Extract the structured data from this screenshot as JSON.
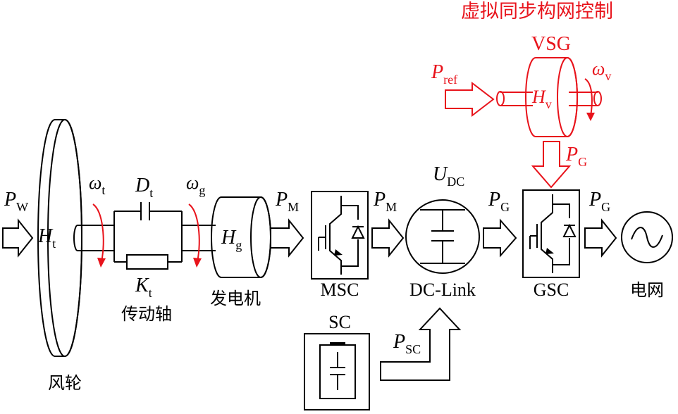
{
  "title": "虚拟同步构网控制",
  "vsg": {
    "name": "VSG",
    "inertia": {
      "sym": "H",
      "sub": "v"
    },
    "omega": {
      "sym": "ω",
      "sub": "v"
    },
    "pref": {
      "sym": "P",
      "sub": "ref"
    },
    "pg": {
      "sym": "P",
      "sub": "G"
    }
  },
  "wind": {
    "pw": {
      "sym": "P",
      "sub": "W"
    },
    "ht": {
      "sym": "H",
      "sub": "t"
    },
    "label": "风轮",
    "omega_t": {
      "sym": "ω",
      "sub": "t"
    }
  },
  "shaft": {
    "dt": {
      "sym": "D",
      "sub": "t"
    },
    "kt": {
      "sym": "K",
      "sub": "t"
    },
    "label": "传动轴"
  },
  "generator": {
    "omega_g": {
      "sym": "ω",
      "sub": "g"
    },
    "hg": {
      "sym": "H",
      "sub": "g"
    },
    "label": "发电机"
  },
  "msc": {
    "pm_in": {
      "sym": "P",
      "sub": "M"
    },
    "pm_out": {
      "sym": "P",
      "sub": "M"
    },
    "label": "MSC"
  },
  "dclink": {
    "udc": {
      "sym": "U",
      "sub": "DC"
    },
    "label": "DC-Link"
  },
  "gsc": {
    "pg_in": {
      "sym": "P",
      "sub": "G"
    },
    "pg_out": {
      "sym": "P",
      "sub": "G"
    },
    "label": "GSC"
  },
  "grid": {
    "label": "电网"
  },
  "sc": {
    "label": "SC",
    "psc": {
      "sym": "P",
      "sub": "SC"
    }
  },
  "colors": {
    "line": "#000000",
    "accent": "#e8131b"
  }
}
